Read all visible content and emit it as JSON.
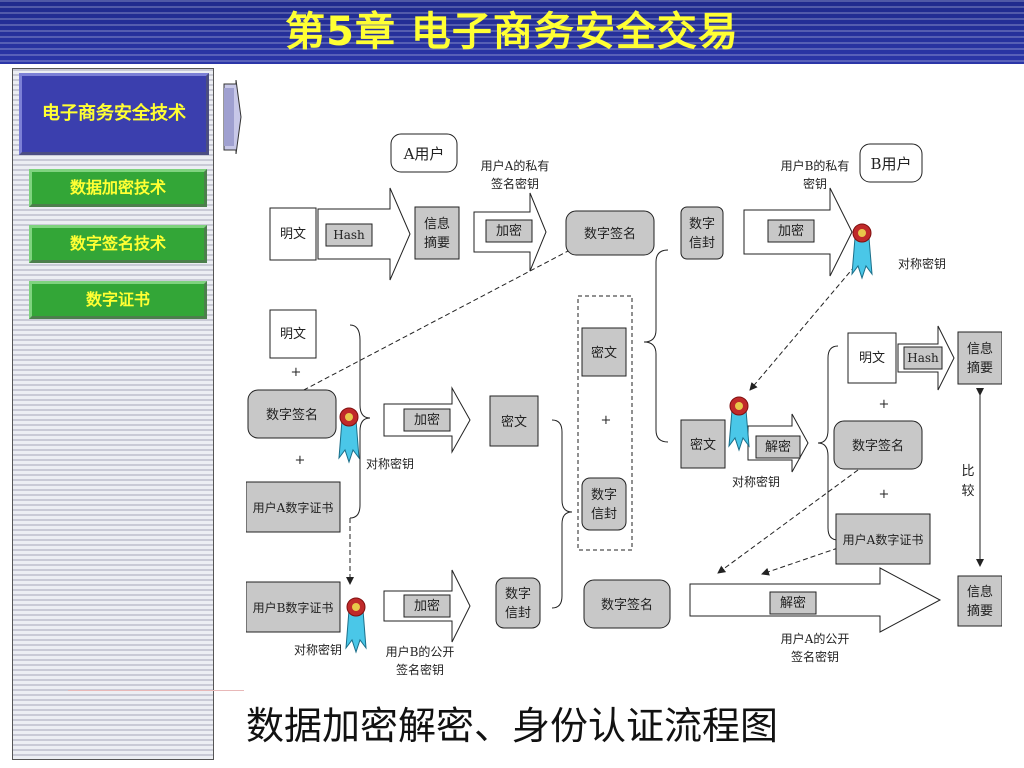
{
  "header": {
    "title": "第5章 电子商务安全交易"
  },
  "sidebar": {
    "main": "电子商务安全技术",
    "items": [
      "数据加密技术",
      "数字签名技术",
      "数字证书"
    ]
  },
  "caption": "数据加密解密、身份认证流程图",
  "colors": {
    "header_bg": "#2b36a8",
    "title": "#ffff33",
    "nav_main": "#3b3fae",
    "nav_item": "#33a637",
    "box_fill": "#c8c8c8"
  },
  "diagram": {
    "user_a": "A用户",
    "user_b": "B用户",
    "a_private_key": [
      "用户A的私有",
      "签名密钥"
    ],
    "b_private_key": [
      "用户B的私有",
      "密钥"
    ],
    "plaintext": "明文",
    "hash": "Hash",
    "digest": [
      "信息",
      "摘要"
    ],
    "encrypt": "加密",
    "decrypt": "解密",
    "signature": "数字签名",
    "envelope": [
      "数字",
      "信封"
    ],
    "symmetric_key": "对称密钥",
    "ciphertext": "密文",
    "plus": "+",
    "a_certificate": "用户A数字证书",
    "b_certificate": "用户B数字证书",
    "b_public_key": [
      "用户B的公开",
      "签名密钥"
    ],
    "a_public_key": [
      "用户A的公开",
      "签名密钥"
    ],
    "compare": [
      "比",
      "较"
    ]
  }
}
